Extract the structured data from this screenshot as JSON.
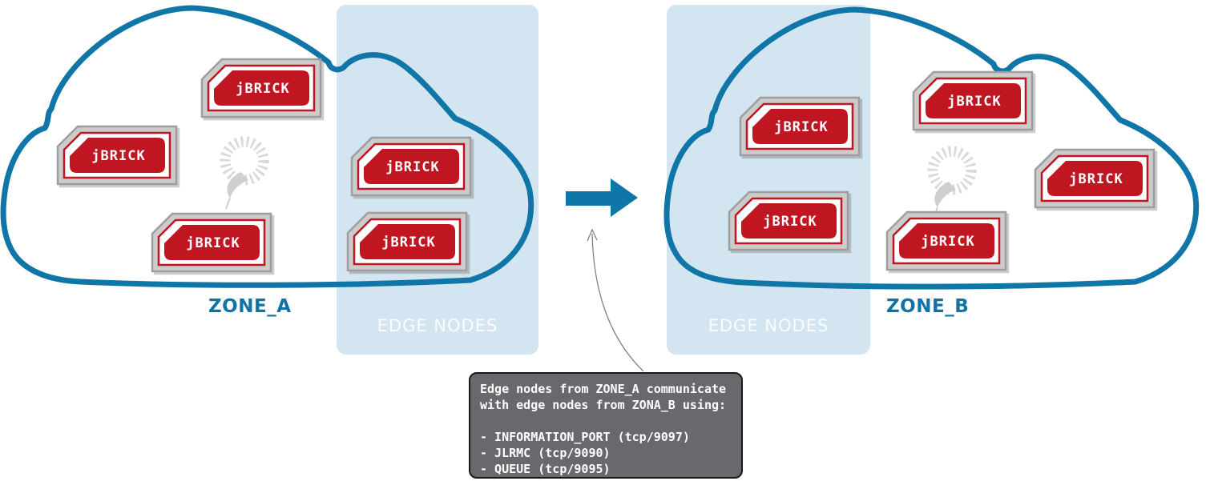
{
  "diagram": {
    "zone_a": {
      "label": "ZONE_A",
      "edge_label": "EDGE NODES",
      "nodes": [
        "jBRICK",
        "jBRICK",
        "jBRICK",
        "jBRICK",
        "jBRICK"
      ]
    },
    "zone_b": {
      "label": "ZONE_B",
      "edge_label": "EDGE NODES",
      "nodes": [
        "jBRICK",
        "jBRICK",
        "jBRICK",
        "jBRICK",
        "jBRICK"
      ]
    },
    "annotation": {
      "lines": [
        "Edge nodes from ZONE_A communicate",
        "with edge nodes from ZONA_B using:",
        "",
        "- INFORMATION_PORT (tcp/9097)",
        "- JLRMC (tcp/9090)",
        "- QUEUE (tcp/9095)"
      ]
    },
    "icons": {
      "spinner": "loading-spinner-icon",
      "arrow": "flow-arrow-icon",
      "pointer": "annotation-pointer-arrow"
    },
    "colors": {
      "cloud_blue": "#1076a8",
      "edge_box_blue": "#d3e5f0",
      "brick_red": "#c01622",
      "badge_gray": "#cccccc",
      "annotation_gray": "#67696c",
      "spinner_gray": "#d8d8d8"
    }
  }
}
